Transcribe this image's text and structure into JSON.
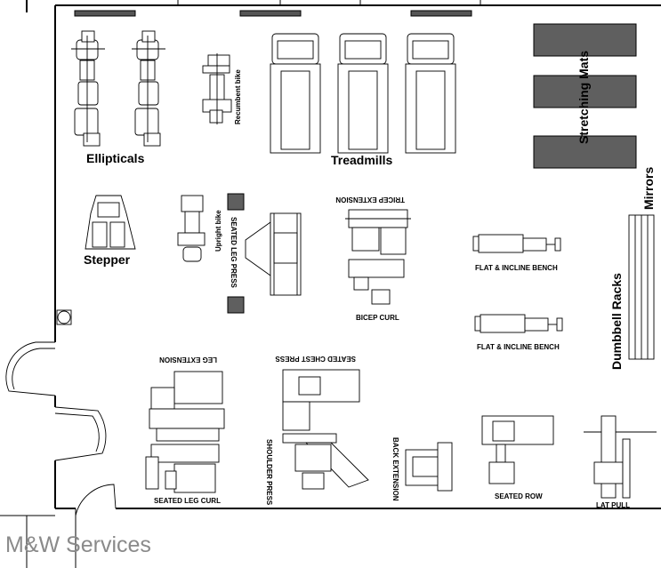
{
  "watermark": "M&W Services",
  "labels": {
    "ellipticals": "Ellipticals",
    "treadmills": "Treadmills",
    "stretching_mats": "Stretching Mats",
    "mirrors": "Mirrors",
    "recumbent_bike": "Recumbent bike",
    "stepper": "Stepper",
    "upright_bike": "Upright bike",
    "seated_leg_press": "SEATED LEG PRESS",
    "tricep_extension": "TRICEP EXTENSION",
    "bicep_curl": "BICEP CURL",
    "flat_incline_bench_1": "FLAT & INCLINE BENCH",
    "flat_incline_bench_2": "FLAT & INCLINE BENCH",
    "dumbbell_racks": "Dumbbell Racks",
    "leg_extension": "LEG EXTENSION",
    "seated_chest_press": "SEATED CHEST PRESS",
    "shoulder_press": "SHOULDER PRESS",
    "back_extension": "BACK EXTENSION",
    "seated_leg_curl": "SEATED LEG CURL",
    "seated_row": "SEATED ROW",
    "lat_pull": "LAT PULL"
  },
  "colors": {
    "mat_fill": "#5f5f5f",
    "line": "#000000",
    "background": "#ffffff",
    "watermark": "#8a8a8a"
  }
}
